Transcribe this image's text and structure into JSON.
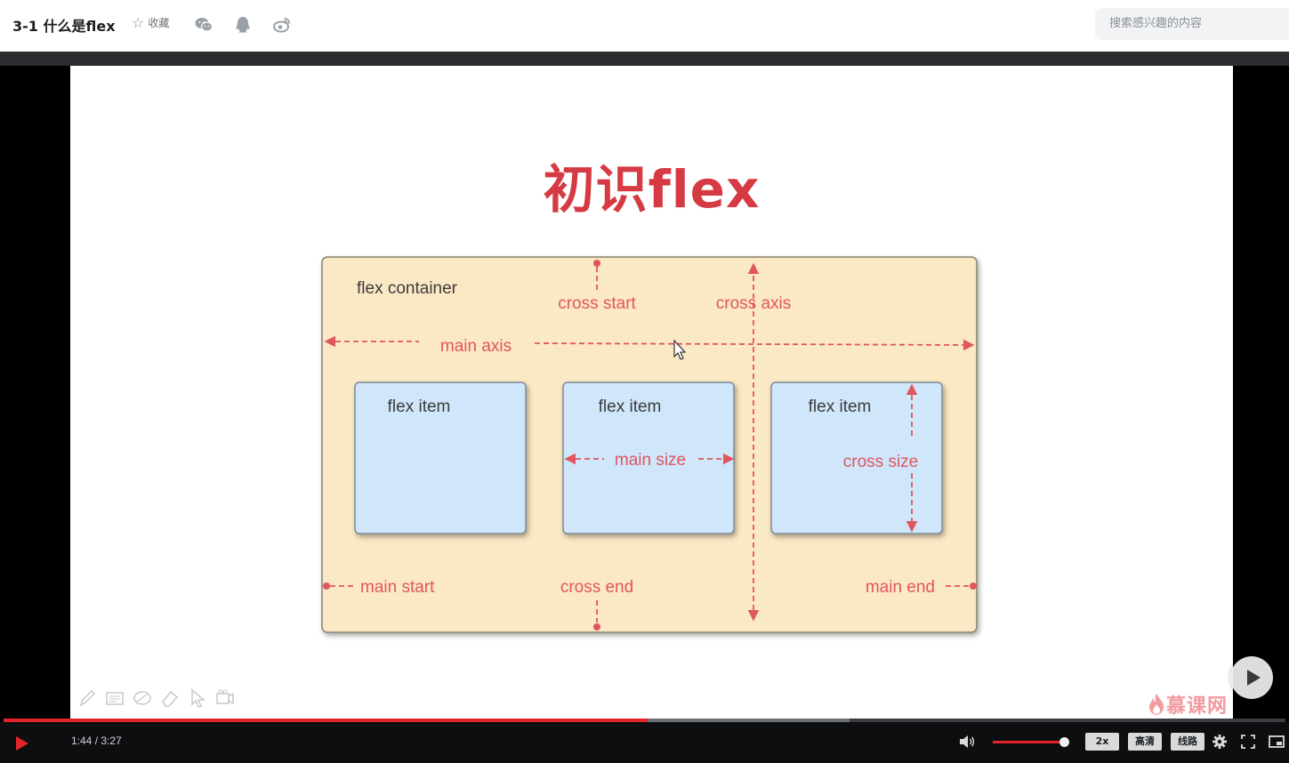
{
  "header": {
    "course_title": "3-1 什么是flex",
    "favorite_label": "收藏",
    "share_icons": [
      "wechat-icon",
      "qq-icon",
      "weibo-icon"
    ],
    "search_placeholder": "搜索感兴趣的内容"
  },
  "slide": {
    "title": "初识flex",
    "diagram": {
      "container_label": "flex container",
      "labels": {
        "cross_start": "cross start",
        "cross_axis": "cross axis",
        "main_axis": "main axis",
        "main_size": "main size",
        "cross_size": "cross size",
        "main_start": "main start",
        "cross_end": "cross end",
        "main_end": "main end"
      },
      "items": [
        "flex item",
        "flex item",
        "flex item"
      ],
      "colors": {
        "container_fill": "#fbe8c4",
        "item_fill": "#cfe6fb",
        "annotation": "#e0565f",
        "label_dark": "#3c3c3c"
      }
    },
    "whiteboard_tools": [
      "pencil-icon",
      "text-box-icon",
      "eraser-round-icon",
      "eraser-icon",
      "pointer-icon",
      "camera-icon"
    ],
    "brand_text": "慕课网"
  },
  "player": {
    "current_time": "1:44",
    "duration": "3:27",
    "time_display": "1:44 / 3:27",
    "progress_fraction": 0.5024,
    "buffered_fraction": 0.66,
    "volume_fraction": 0.97,
    "speed_label": "2x",
    "quality_label": "高清",
    "route_label": "线路",
    "colors": {
      "accent": "#e5232b",
      "controls_bg": "#0d0e10"
    }
  }
}
